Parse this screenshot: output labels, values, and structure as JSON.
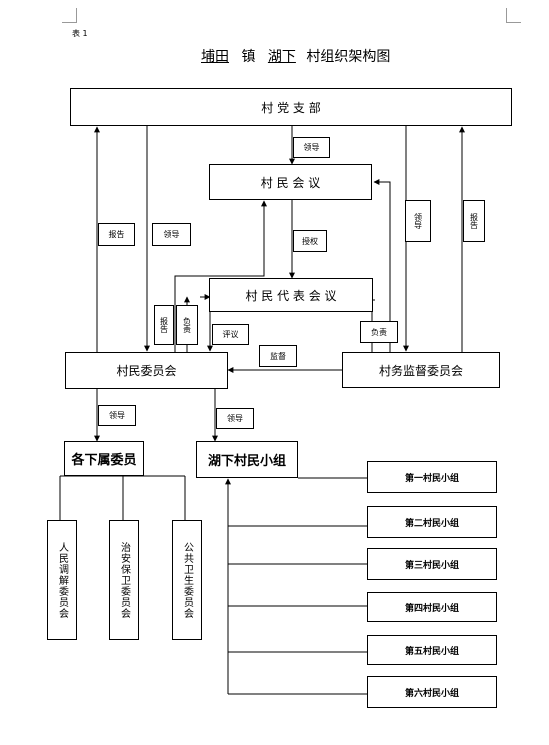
{
  "header_tag": "表 1",
  "title": {
    "part1": "埔田",
    "part2": "镇",
    "part3": "湖下",
    "part4": "村组织架构图"
  },
  "nodes": {
    "party_branch": "村 党 支 部",
    "villagers_meeting": "村 民 会 议",
    "representatives_meeting": "村 民 代 表 会 议",
    "villagers_committee": "村民委员会",
    "supervision_committee": "村务监督委员会",
    "subordinate_committees": "各下属委员",
    "village_groups": "湖下村民小组",
    "mediation_committee": "人民调解委员会",
    "security_committee": "治安保卫委员会",
    "health_committee": "公共卫生委员会",
    "groups": [
      "第一村民小组",
      "第二村民小组",
      "第三村民小组",
      "第四村民小组",
      "第五村民小组",
      "第六村民小组"
    ]
  },
  "labels": {
    "lead": "领导",
    "report": "报告",
    "authorize": "授权",
    "responsible": "负责",
    "evaluate": "评议",
    "supervise": "监督"
  }
}
